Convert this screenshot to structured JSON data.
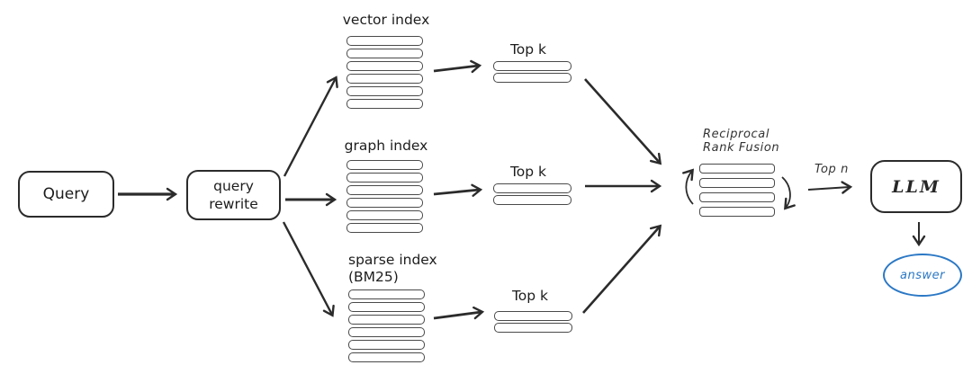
{
  "colors": {
    "ink": "#2b2b2b",
    "bar_border": "#4a4a4a",
    "text": "#1d1d1d",
    "accent_blue": "#2b78c5"
  },
  "nodes": {
    "query": {
      "label": "Query"
    },
    "rewrite": {
      "label": "query rewrite"
    },
    "llm": {
      "label": "LLM"
    },
    "answer": {
      "label": "answer"
    }
  },
  "branches": [
    {
      "id": "vector",
      "index_label": "vector index",
      "index_bars": 6,
      "topk_label": "Top k",
      "topk_bars": 2
    },
    {
      "id": "graph",
      "index_label": "graph index",
      "index_bars": 6,
      "topk_label": "Top k",
      "topk_bars": 2
    },
    {
      "id": "sparse",
      "index_label": "sparse index",
      "index_sublabel": "(BM25)",
      "index_bars": 6,
      "topk_label": "Top k",
      "topk_bars": 2
    }
  ],
  "fusion": {
    "label_line1": "Reciprocal",
    "label_line2": "Rank Fusion",
    "bars": 4
  },
  "edge_labels": {
    "top_n": "Top n"
  }
}
